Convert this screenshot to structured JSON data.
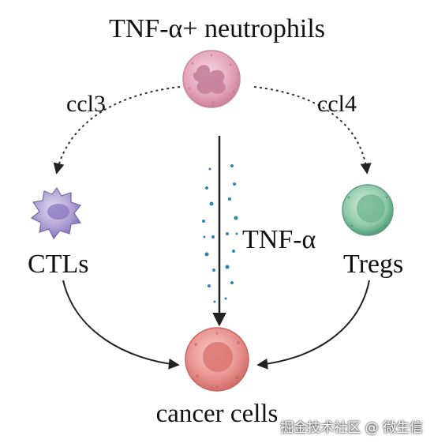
{
  "title": "TNF-α+ neutrophils",
  "left_arrow_label": "ccl3",
  "right_arrow_label": "ccl4",
  "left_cell_label": "CTLs",
  "right_cell_label": "Tregs",
  "center_arrow_label": "TNF-α",
  "target_cell_label": "cancer cells",
  "watermark": "掘金技术社区 @ 微生信",
  "colors": {
    "neutrophil": "#e4a3b9",
    "ctl": "#a99bd0",
    "treg": "#8cc8a8",
    "cancer": "#e9928f",
    "droplets": "#2b86b8",
    "arrow": "#222222"
  }
}
